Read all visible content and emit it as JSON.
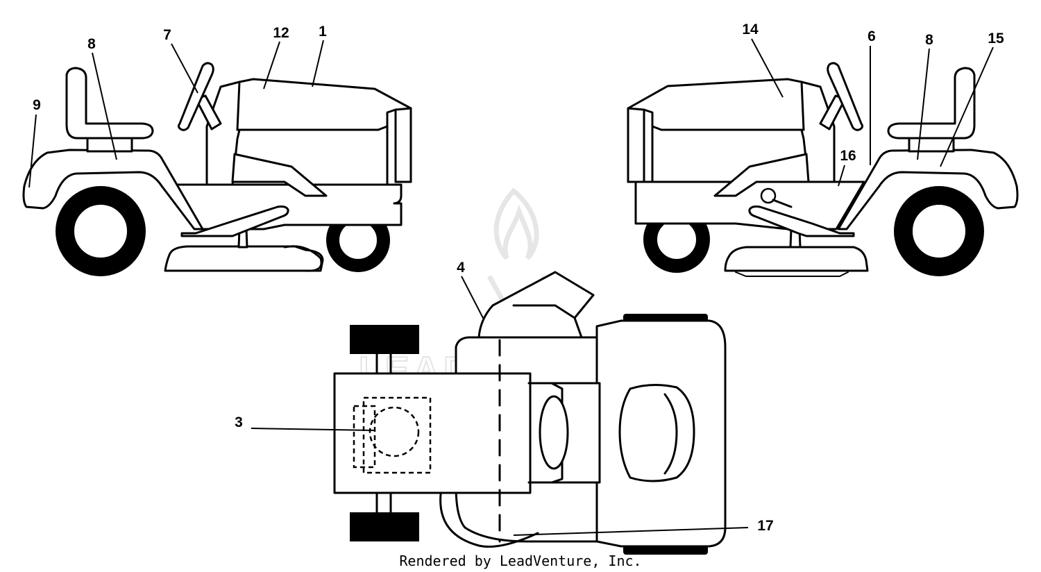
{
  "watermark": {
    "text": "LEADVENTURE"
  },
  "credit": "Rendered by LeadVenture, Inc.",
  "callouts": [
    {
      "id": "1",
      "label": "1"
    },
    {
      "id": "12",
      "label": "12"
    },
    {
      "id": "7",
      "label": "7"
    },
    {
      "id": "8a",
      "label": "8"
    },
    {
      "id": "9",
      "label": "9"
    },
    {
      "id": "14",
      "label": "14"
    },
    {
      "id": "6",
      "label": "6"
    },
    {
      "id": "8b",
      "label": "8"
    },
    {
      "id": "15",
      "label": "15"
    },
    {
      "id": "16",
      "label": "16"
    },
    {
      "id": "4",
      "label": "4"
    },
    {
      "id": "3",
      "label": "3"
    },
    {
      "id": "17",
      "label": "17"
    }
  ]
}
